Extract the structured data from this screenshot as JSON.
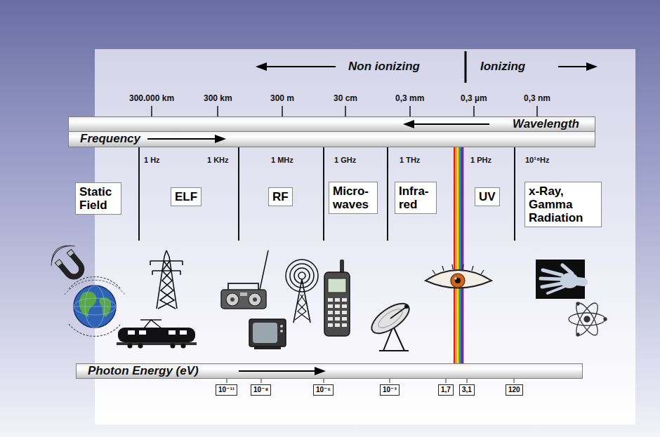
{
  "diagram": {
    "nodes": [
      {
        "text": [
          "Wavelength"
        ]
      },
      {
        "text": [
          "Frequency"
        ]
      },
      {
        "text": [
          "Static Field"
        ]
      },
      {
        "text": [
          "ELF"
        ]
      },
      {
        "text": [
          "RF"
        ]
      },
      {
        "text": [
          "Micro- waves"
        ]
      },
      {
        "text": [
          "Infra- red"
        ]
      },
      {
        "text": [
          "UV"
        ]
      },
      {
        "text": [
          "x-Ray, Gamma Radiation"
        ]
      },
      {
        "text": [
          "Photon Energy (eV)"
        ]
      },
      {
        "text": [
          "10⁻¹¹"
        ]
      },
      {
        "text": [
          "10⁻⁸"
        ]
      },
      {
        "text": [
          "10⁻⁶"
        ]
      },
      {
        "text": [
          "10⁻³"
        ]
      },
      {
        "text": [
          "1,7"
        ]
      },
      {
        "text": [
          "3,1"
        ]
      },
      {
        "text": [
          "120"
        ]
      }
    ],
    "labels": [
      "Non ionizing",
      "Ionizing",
      "300.000 km",
      "300 km",
      "300 m",
      "30 cm",
      "0,3 mm",
      "0,3 µm",
      "0,3 nm",
      "1 Hz",
      "1 KHz",
      "1 MHz",
      "1 GHz",
      "1 THz",
      "1 PHz",
      "10¹⁸Hz"
    ]
  }
}
